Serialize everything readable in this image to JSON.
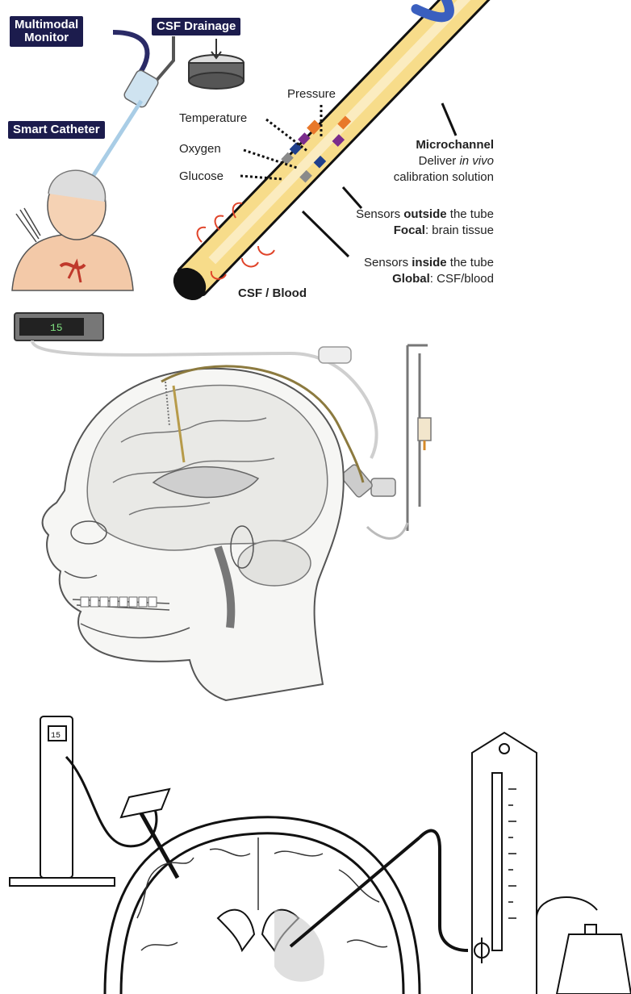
{
  "top_panel": {
    "labels": {
      "multimodal_monitor_line1": "Multimodal",
      "multimodal_monitor_line2": "Monitor",
      "csf_drainage": "CSF Drainage",
      "smart_catheter": "Smart Catheter",
      "pressure": "Pressure",
      "temperature": "Temperature",
      "oxygen": "Oxygen",
      "glucose": "Glucose",
      "microchannel_title": "Microchannel",
      "microchannel_line2a": "Deliver ",
      "microchannel_line2b": "in vivo",
      "microchannel_line3": "calibration solution",
      "outside_line1a": "Sensors ",
      "outside_line1b": "outside",
      "outside_line1c": " the tube",
      "outside_line2a": "Focal",
      "outside_line2b": ": brain tissue",
      "inside_line1a": "Sensors ",
      "inside_line1b": "inside",
      "inside_line1c": " the tube",
      "inside_line2a": "Global",
      "inside_line2b": ": CSF/blood",
      "csf_blood": "CSF / Blood"
    },
    "colors": {
      "label_box": "#1c1c4d",
      "catheter_body": "#f7dc8a",
      "pressure_sensor": "#e8782a",
      "temperature_sensor": "#7a2c8c",
      "oxygen_sensor": "#1f3f8c",
      "glucose_sensor": "#8a8a8a",
      "microchannel": "#3a5fbf",
      "flow_arrows": "#e0442a"
    }
  },
  "middle_panel": {
    "monitor_display": "15"
  },
  "bottom_panel": {
    "device_display": "15"
  }
}
